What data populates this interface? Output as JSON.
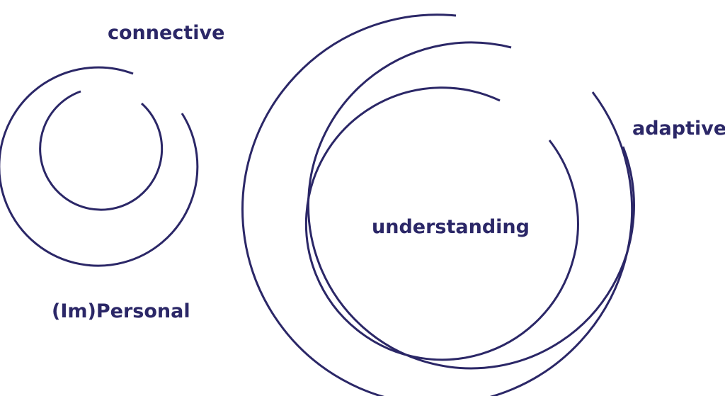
{
  "colors": {
    "stroke": "#2b2767",
    "text": "#2b2767",
    "background": "#ffffff"
  },
  "labels": {
    "connective": "connective",
    "adaptive": "adaptive",
    "understanding": "understanding",
    "impersonal": "(Im)Personal"
  }
}
